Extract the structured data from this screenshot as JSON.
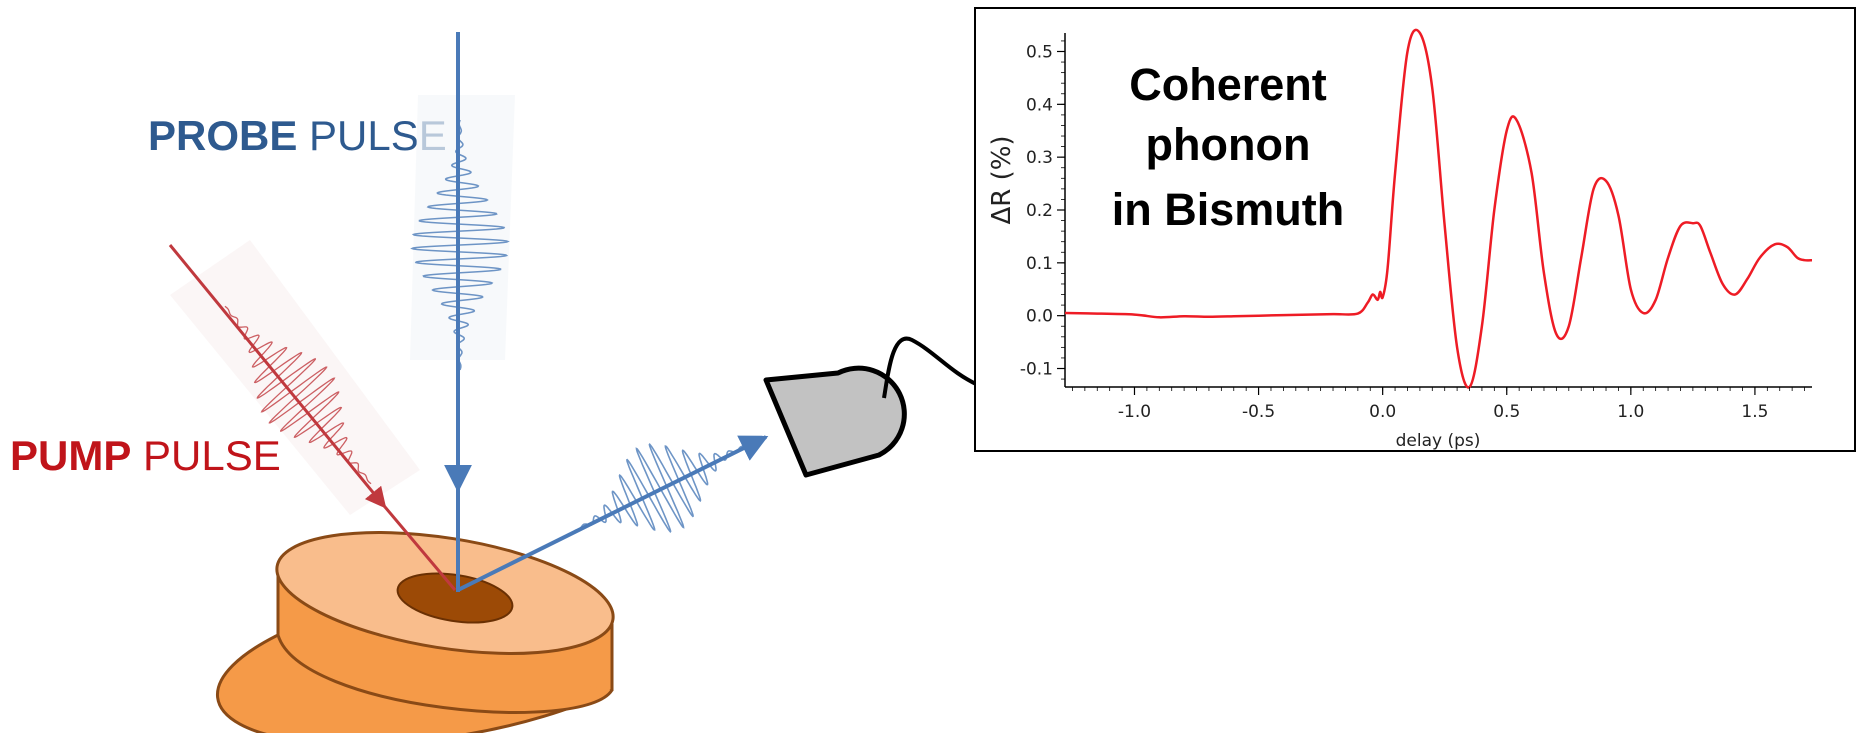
{
  "labels": {
    "probe_bold": "PROBE",
    "probe_rest": " PULSE",
    "pump_bold": "PUMP",
    "pump_rest": " PULSE"
  },
  "colors": {
    "probe": "#2e5a8f",
    "probe_beam": "#4a7ab8",
    "pump": "#c0141a",
    "pump_beam": "#c0393e",
    "sample_top": "#f9bd8c",
    "sample_side": "#f59a48",
    "sample_edge": "#8a4a16",
    "spot": "#9c4a06",
    "detector": "#c2c2c2",
    "trace": "#ee1c25"
  },
  "chart_data": {
    "type": "line",
    "overlay_text": [
      "Coherent",
      "phonon",
      "in Bismuth"
    ],
    "xlabel": "delay (ps)",
    "ylabel": "ΔR (%)",
    "xlim": [
      -1.28,
      1.73
    ],
    "ylim": [
      -0.135,
      0.535
    ],
    "xticks": [
      -1.0,
      -0.5,
      0.0,
      0.5,
      1.0,
      1.5
    ],
    "xtick_labels": [
      "-1.0",
      "-0.5",
      "0.0",
      "0.5",
      "1.0",
      "1.5"
    ],
    "yticks": [
      -0.1,
      0.0,
      0.1,
      0.2,
      0.3,
      0.4,
      0.5
    ],
    "ytick_labels": [
      "-0.1",
      "0.0",
      "0.1",
      "0.2",
      "0.3",
      "0.4",
      "0.5"
    ],
    "grid": false,
    "series": [
      {
        "x": [
          -1.28,
          -1.15,
          -1.0,
          -0.9,
          -0.8,
          -0.7,
          -0.6,
          -0.5,
          -0.4,
          -0.3,
          -0.2,
          -0.1,
          -0.06,
          -0.04,
          -0.02,
          -0.01,
          0.0,
          0.02,
          0.05,
          0.1,
          0.15,
          0.2,
          0.25,
          0.3,
          0.35,
          0.4,
          0.45,
          0.5,
          0.54,
          0.6,
          0.65,
          0.7,
          0.75,
          0.8,
          0.85,
          0.9,
          0.95,
          1.0,
          1.05,
          1.1,
          1.15,
          1.2,
          1.25,
          1.28,
          1.32,
          1.37,
          1.42,
          1.47,
          1.52,
          1.58,
          1.63,
          1.67,
          1.7,
          1.73
        ],
        "y": [
          0.005,
          0.004,
          0.002,
          -0.003,
          -0.001,
          -0.002,
          -0.001,
          0.0,
          0.001,
          0.002,
          0.003,
          0.004,
          0.025,
          0.04,
          0.03,
          0.045,
          0.035,
          0.09,
          0.27,
          0.5,
          0.535,
          0.43,
          0.17,
          -0.06,
          -0.135,
          -0.02,
          0.2,
          0.35,
          0.37,
          0.27,
          0.08,
          -0.035,
          -0.02,
          0.11,
          0.24,
          0.255,
          0.19,
          0.05,
          0.005,
          0.03,
          0.11,
          0.17,
          0.175,
          0.17,
          0.12,
          0.06,
          0.04,
          0.07,
          0.11,
          0.135,
          0.13,
          0.11,
          0.105,
          0.105
        ]
      }
    ]
  }
}
